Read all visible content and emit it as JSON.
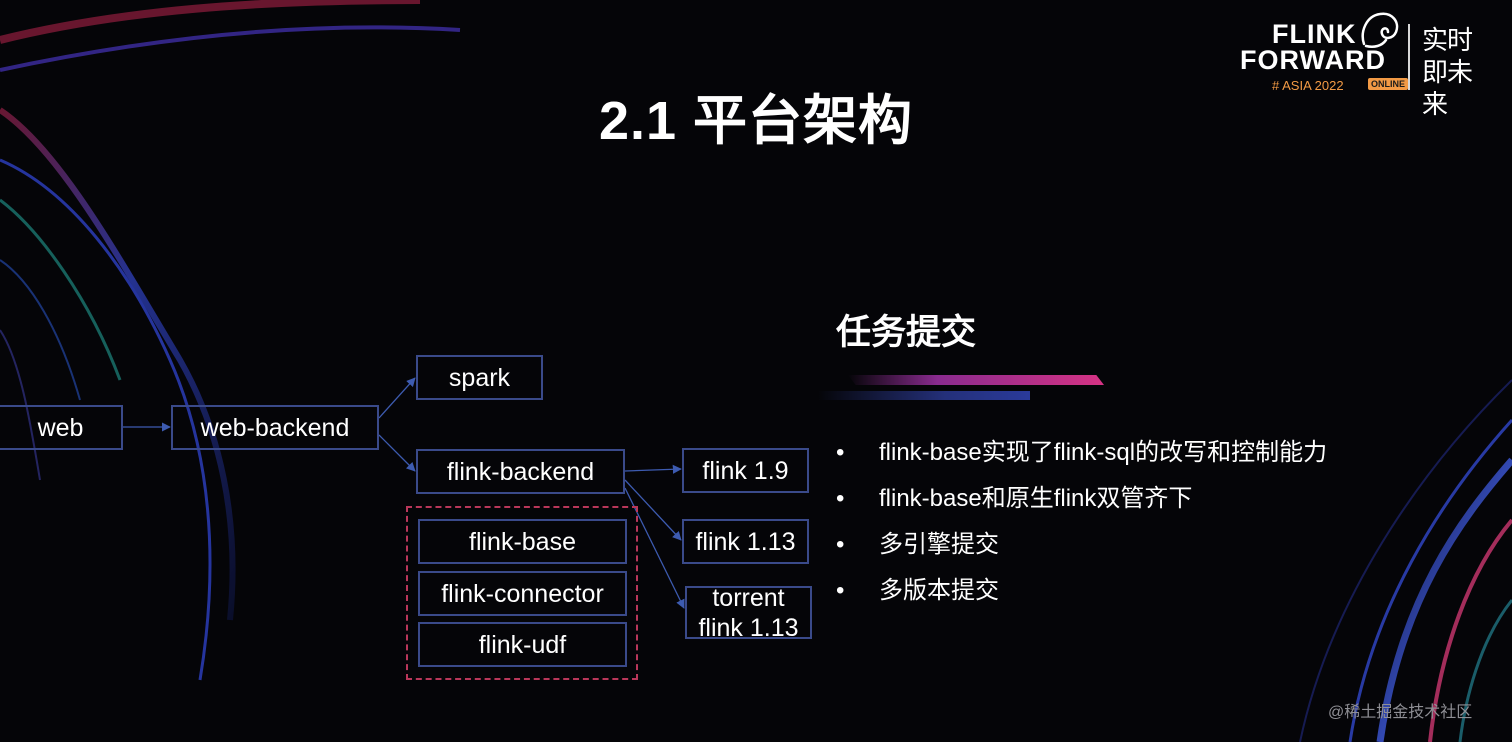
{
  "logo": {
    "line1": "FLINK",
    "line2": "FORWARD",
    "line3": "# ASIA 2022",
    "badge": "ONLINE",
    "slogan": "实时即未来",
    "accent_color": "#f29a45",
    "mascot_icon": "squirrel-icon"
  },
  "title": "2.1 平台架构",
  "diagram": {
    "nodes": {
      "web": "web",
      "web_backend": "web-backend",
      "spark": "spark",
      "flink_backend": "flink-backend",
      "flink_19": "flink 1.9",
      "flink_113": "flink 1.13",
      "torrent_flink_113": "torrent flink 1.13",
      "flink_base": "flink-base",
      "flink_connector": "flink-connector",
      "flink_udf": "flink-udf"
    },
    "box_border_color": "#3a4a8a",
    "group_border_color": "#b9375a"
  },
  "section": {
    "title": "任务提交",
    "bullets": [
      "flink-base实现了flink-sql的改写和控制能力",
      "flink-base和原生flink双管齐下",
      "多引擎提交",
      "多版本提交"
    ],
    "bullet_symbol": "•"
  },
  "watermark": "@稀土掘金技术社区"
}
